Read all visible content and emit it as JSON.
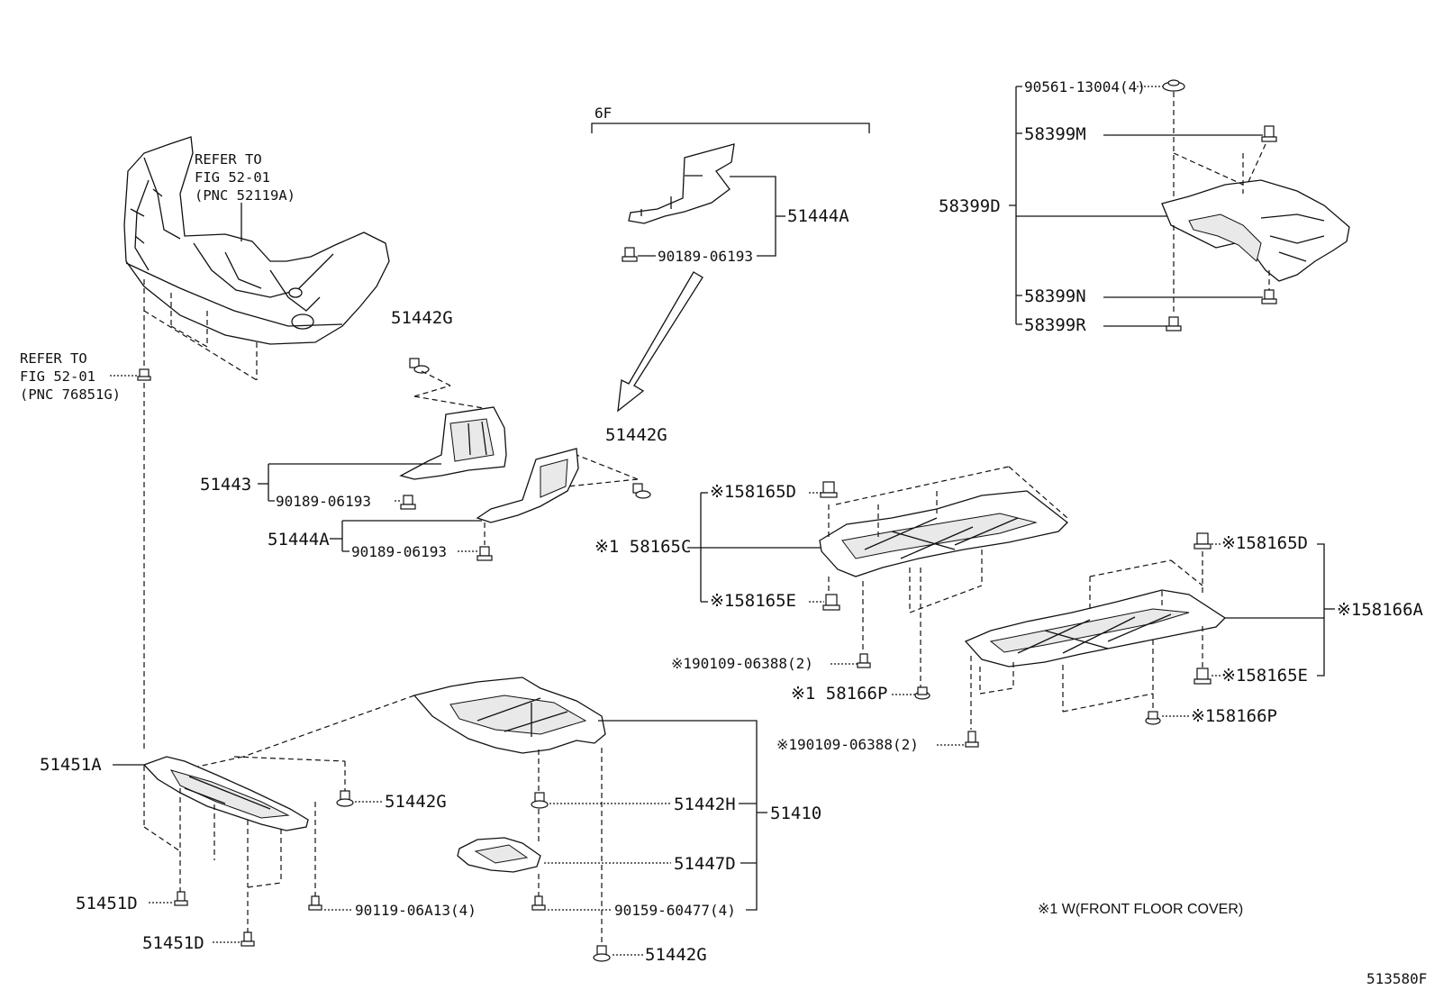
{
  "labels": {
    "refer_bumper_1": "REFER TO",
    "refer_bumper_2": "FIG 52-01",
    "refer_bumper_3": "(PNC 52119A)",
    "refer_clip_1": "REFER TO",
    "refer_clip_2": "FIG 52-01",
    "refer_clip_3": "(PNC 76851G)",
    "group_6f": "6F",
    "p51444A_top": "51444A",
    "p90189_top": "90189-06193",
    "p90561": "90561-13004(4)",
    "p58399M": "58399M",
    "p58399D": "58399D",
    "p58399N": "58399N",
    "p58399R": "58399R",
    "p51442G_a": "51442G",
    "p51442G_b": "51442G",
    "p51443": "51443",
    "p90189_a": "90189-06193",
    "p51444A_mid": "51444A",
    "p90189_b": "90189-06193",
    "p58165D_a": "※158165D",
    "p58165C": "※1 58165C",
    "p58165E_a": "※158165E",
    "p90109_a": "※190109-06388(2)",
    "p58166P_a": "※1 58166P",
    "p58165D_b": "※158165D",
    "p58166A": "※158166A",
    "p58165E_b": "※158165E",
    "p58166P_b": "※158166P",
    "p90109_b": "※190109-06388(2)",
    "p51451A": "51451A",
    "p51442G_c": "51442G",
    "p51442H": "51442H",
    "p51410": "51410",
    "p51447D": "51447D",
    "p51451D_a": "51451D",
    "p90119": "90119-06A13(4)",
    "p90159": "90159-60477(4)",
    "p51451D_b": "51451D",
    "p51442G_d": "51442G",
    "note": "※1 W(FRONT FLOOR COVER)",
    "fig_id": "513580F"
  }
}
